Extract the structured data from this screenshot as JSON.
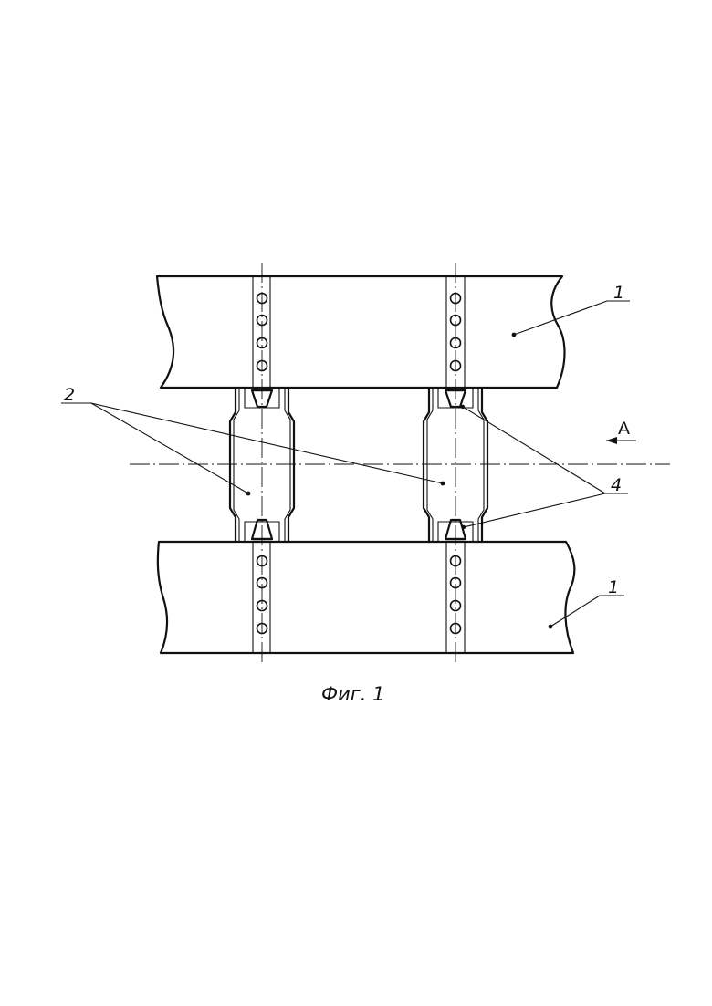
{
  "figure": {
    "caption": "Фиг. 1",
    "labels": {
      "beam": "1",
      "connector": "2",
      "insert": "4",
      "view": "A"
    }
  }
}
